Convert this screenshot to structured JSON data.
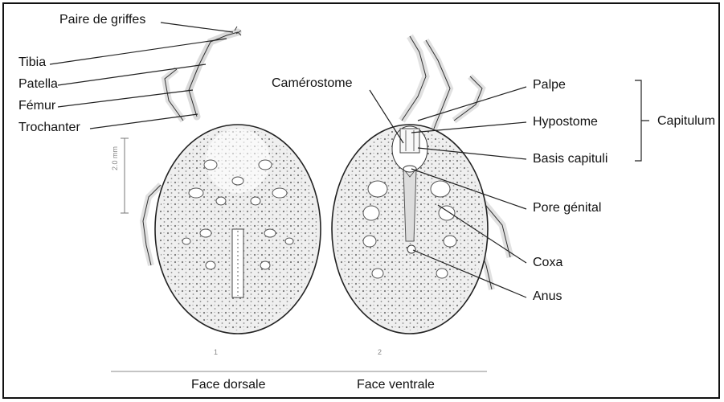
{
  "labels": {
    "paire_de_griffes": "Paire de griffes",
    "tibia": "Tibia",
    "patella": "Patella",
    "femur": "Fémur",
    "trochanter": "Trochanter",
    "camerostome": "Camérostome",
    "palpe": "Palpe",
    "hypostome": "Hypostome",
    "basis_capituli": "Basis capituli",
    "capitulum": "Capitulum",
    "pore_genital": "Pore génital",
    "coxa": "Coxa",
    "anus": "Anus"
  },
  "captions": {
    "face_dorsale": "Face dorsale",
    "face_ventrale": "Face ventrale",
    "figure_1": "1",
    "figure_2": "2"
  },
  "scale_bar": "2.0 mm",
  "colors": {
    "ink": "#111111",
    "stipple": "#555555",
    "body_fill": "#efefef"
  }
}
